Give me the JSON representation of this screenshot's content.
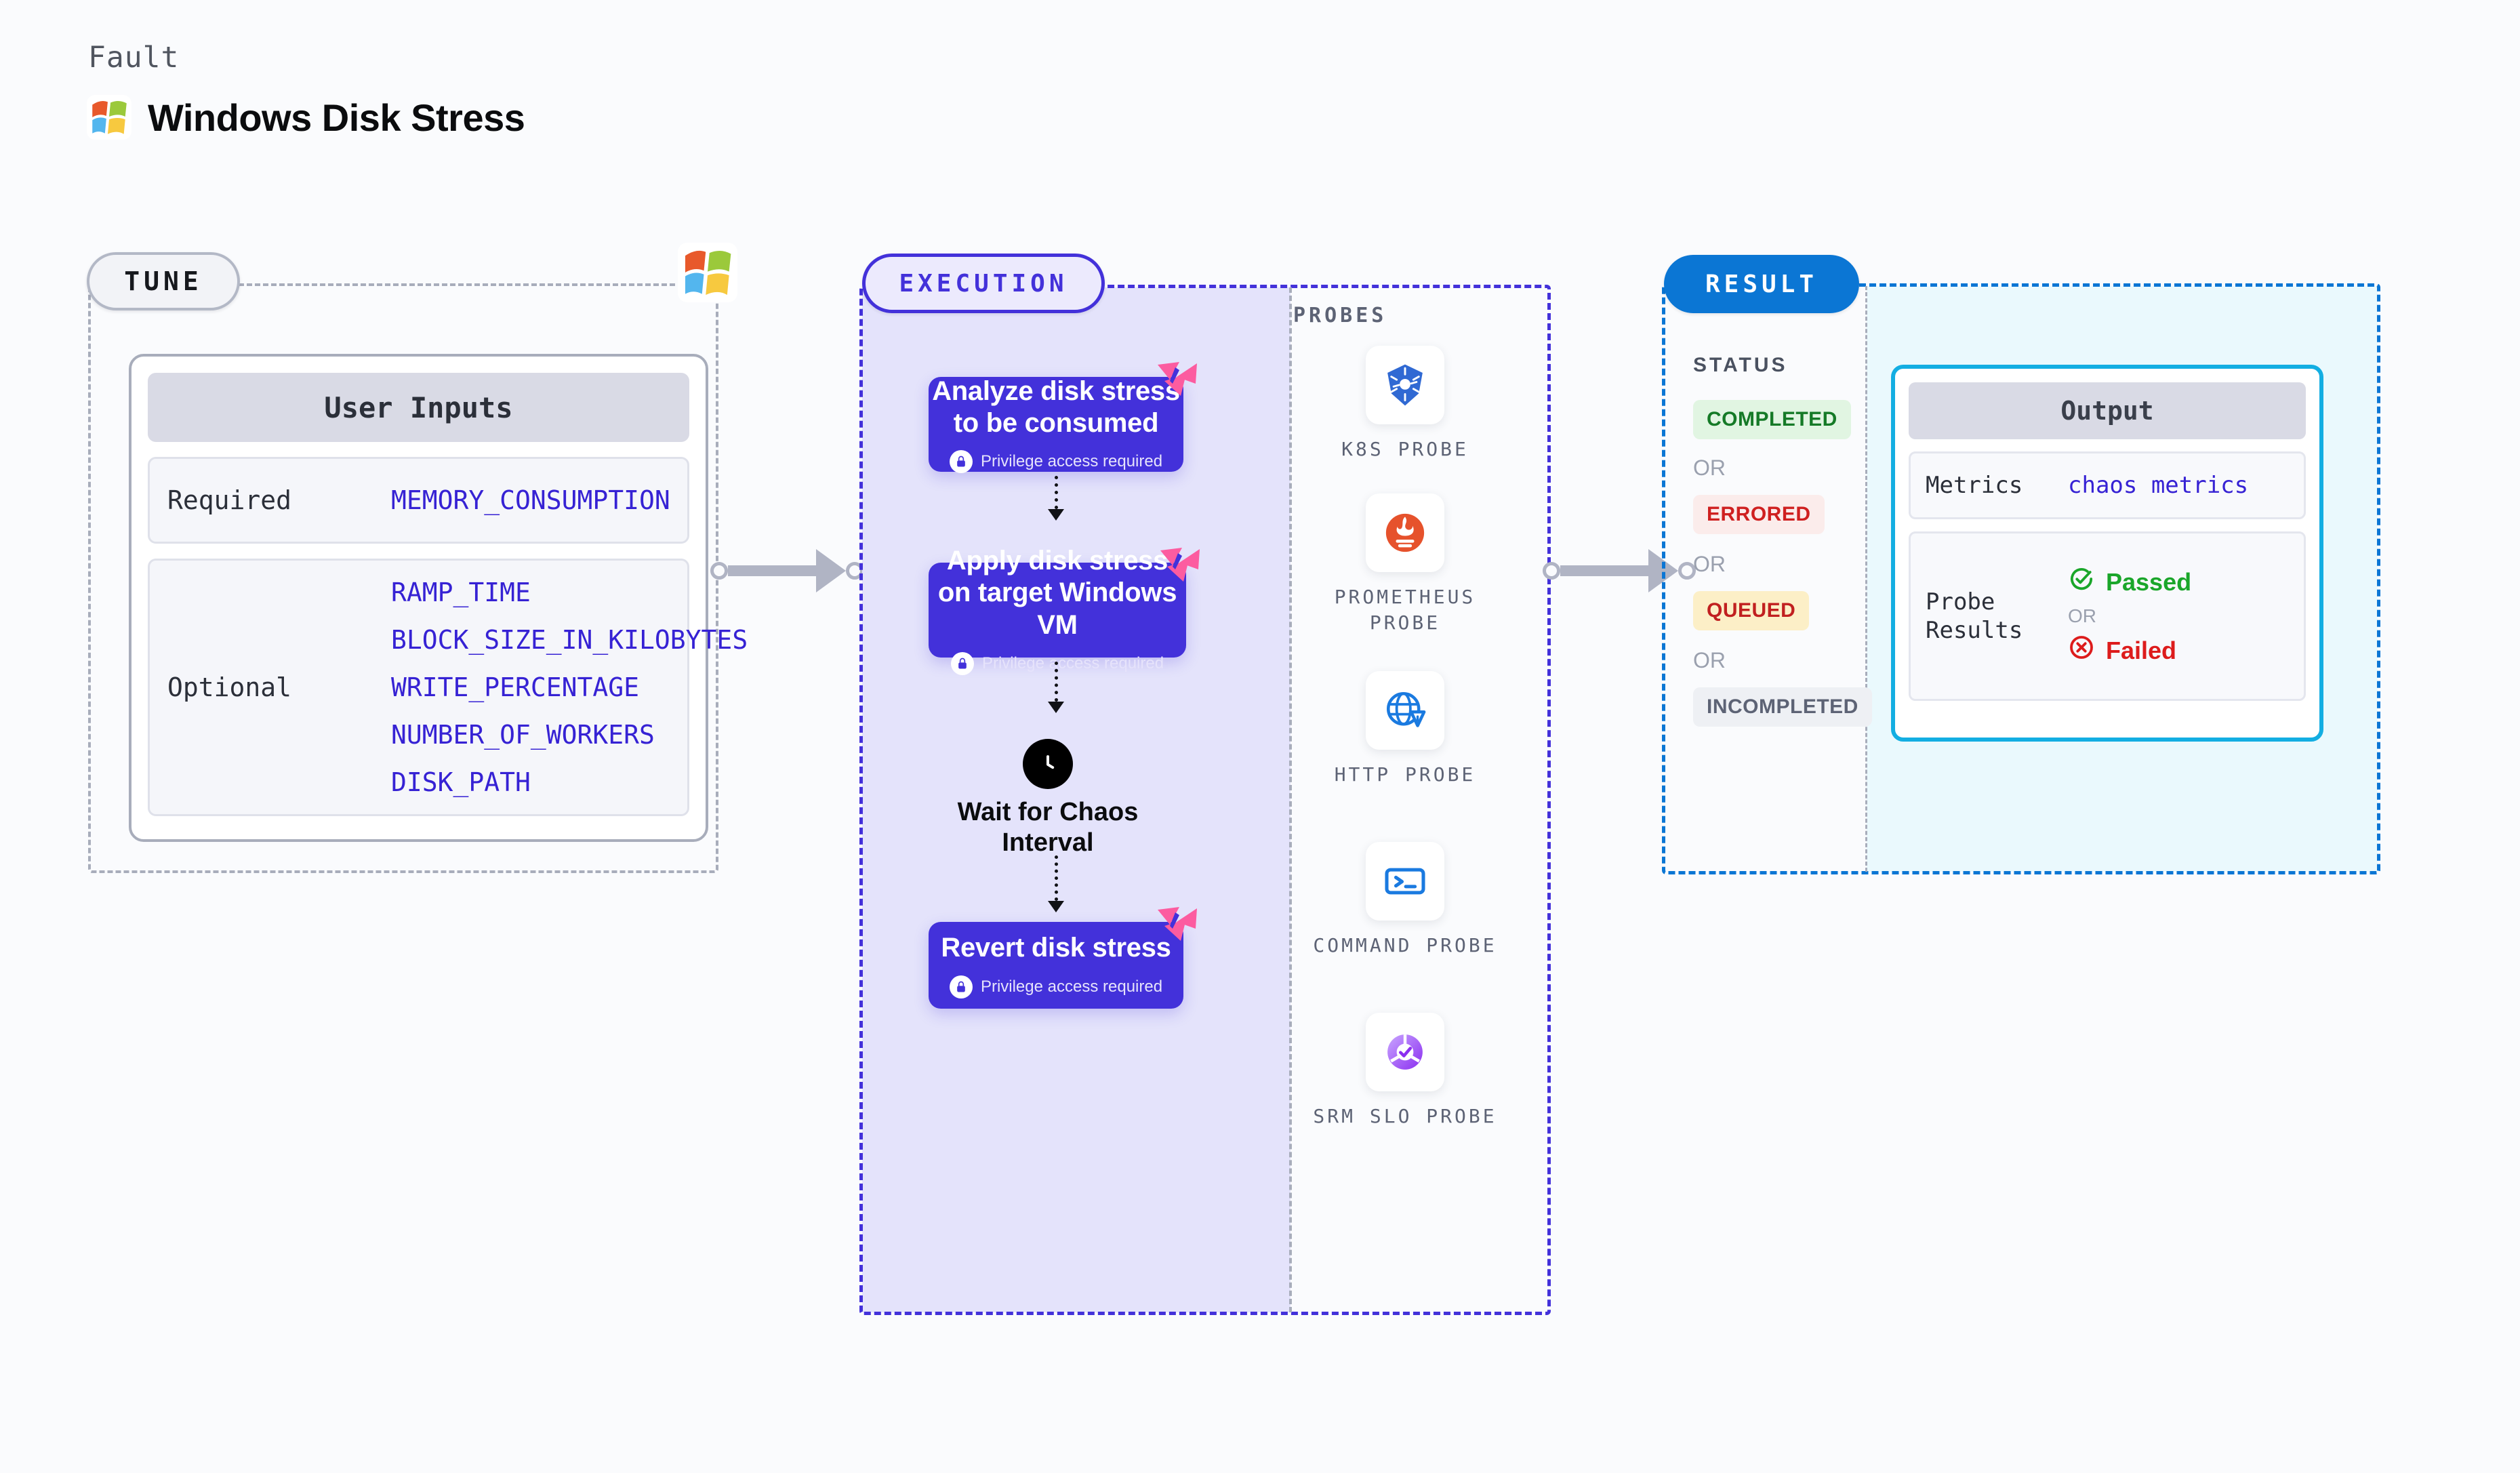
{
  "header": {
    "kicker": "Fault",
    "title": "Windows Disk Stress",
    "logo_icon": "windows-logo-icon"
  },
  "tune": {
    "badge": "TUNE",
    "logo_icon": "windows-logo-icon",
    "card_title": "User Inputs",
    "rows": [
      {
        "key": "Required",
        "values": [
          "MEMORY_CONSUMPTION"
        ]
      },
      {
        "key": "Optional",
        "values": [
          "RAMP_TIME",
          "BLOCK_SIZE_IN_KILOBYTES",
          "WRITE_PERCENTAGE",
          "NUMBER_OF_WORKERS",
          "DISK_PATH"
        ]
      }
    ]
  },
  "execution": {
    "badge": "EXECUTION",
    "privilege_note": "Privilege access required",
    "steps": [
      {
        "title": "Analyze disk stress to be consumed",
        "privilege": "Privilege access required",
        "brand_icon": "harness-logo-icon",
        "lock_icon": "lock-icon"
      },
      {
        "title": "Apply disk stress on target Windows VM",
        "privilege": "Privilege access required",
        "brand_icon": "harness-logo-icon",
        "lock_icon": "lock-icon"
      },
      {
        "title": "Revert disk stress",
        "privilege": "Privilege access required",
        "brand_icon": "harness-logo-icon",
        "lock_icon": "lock-icon"
      }
    ],
    "wait_node": {
      "label": "Wait for Chaos Interval",
      "icon": "clock-icon"
    }
  },
  "probes": {
    "label": "PROBES",
    "items": [
      {
        "name": "K8S PROBE",
        "icon": "kubernetes-icon"
      },
      {
        "name": "PROMETHEUS PROBE",
        "icon": "prometheus-icon"
      },
      {
        "name": "HTTP PROBE",
        "icon": "http-globe-warning-icon"
      },
      {
        "name": "COMMAND PROBE",
        "icon": "terminal-icon"
      },
      {
        "name": "SRM SLO PROBE",
        "icon": "srm-slo-icon"
      }
    ]
  },
  "result": {
    "badge": "RESULT",
    "status_label": "STATUS",
    "or_label": "OR",
    "statuses": [
      {
        "text": "COMPLETED",
        "color": "#157a27",
        "bg": "#e1f5e2"
      },
      {
        "text": "ERRORED",
        "color": "#cf2020",
        "bg": "#fbeceb"
      },
      {
        "text": "QUEUED",
        "color": "#c12020",
        "bg": "#fcefc7"
      },
      {
        "text": "INCOMPLETED",
        "color": "#5d6375",
        "bg": "#eef0f4"
      }
    ],
    "output": {
      "title": "Output",
      "metrics_key": "Metrics",
      "metrics_value": "chaos metrics",
      "probe_results_key": "Probe Results",
      "passed": "Passed",
      "failed": "Failed",
      "or_label": "OR",
      "passed_icon": "check-circle-icon",
      "failed_icon": "x-circle-icon",
      "passed_color": "#1aa62a",
      "failed_color": "#dd1c1c"
    }
  },
  "colors": {
    "brand_purple": "#4331da",
    "harness_pink": "#fc5ca0",
    "result_blue": "#0b76d4",
    "output_cyan": "#13aee2",
    "input_link": "#3622d4"
  }
}
